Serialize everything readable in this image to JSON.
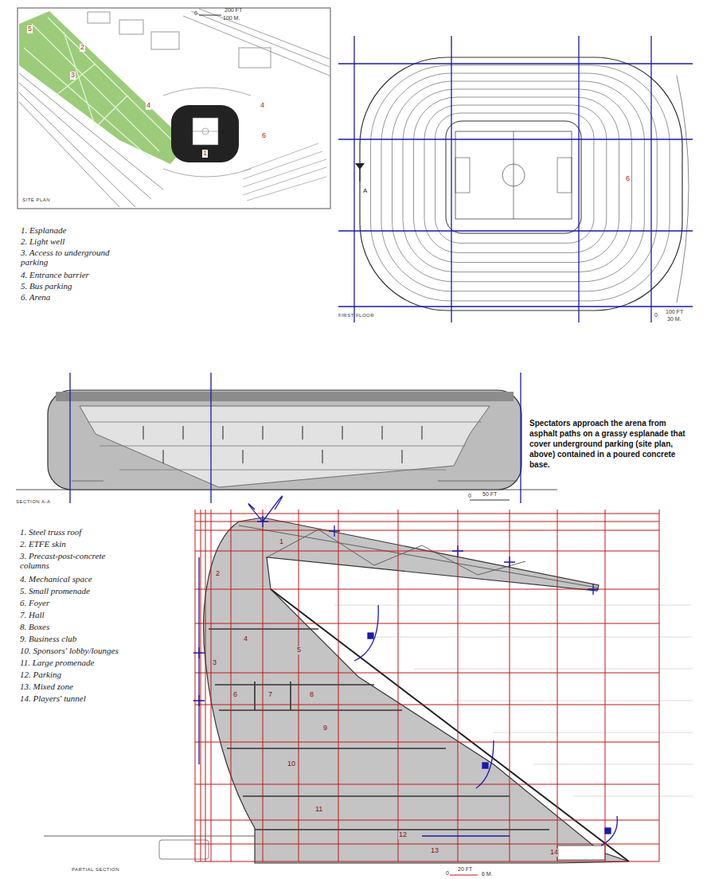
{
  "diagram": {
    "caption": "Spectators approach the arena from asphalt paths on a grassy esplanade that cover underground parking (site plan, above) contained in a poured concrete base.",
    "labels": [
      "0",
      "200 FT",
      "100 M.",
      "5",
      "2",
      "3",
      "4",
      "1",
      "4",
      "6",
      "SITE PLAN",
      "1. Esplanade",
      "2. Light well",
      "3. Access to underground parking",
      "4. Entrance barrier",
      "5. Bus parking",
      "6. Arena",
      "A",
      "6",
      "FIRST FLOOR",
      "0",
      "100 FT",
      "30 M.",
      "SECTION A-A",
      "0",
      "50 FT",
      "1. Steel truss roof",
      "2. ETFE skin",
      "3. Precast-post-concrete columns",
      "4. Mechanical space",
      "5. Small promenade",
      "6. Foyer",
      "7. Hall",
      "8. Boxes",
      "9. Business club",
      "10. Sponsors' lobby/lounges",
      "11. Large promenade",
      "12. Parking",
      "13. Mixed zone",
      "14. Players' tunnel",
      "PARTIAL SECTION",
      "0",
      "20 FT",
      "6 M.",
      "1",
      "2",
      "3",
      "4",
      "5",
      "6",
      "7",
      "8",
      "9",
      "10",
      "11",
      "12",
      "13",
      "14"
    ]
  }
}
